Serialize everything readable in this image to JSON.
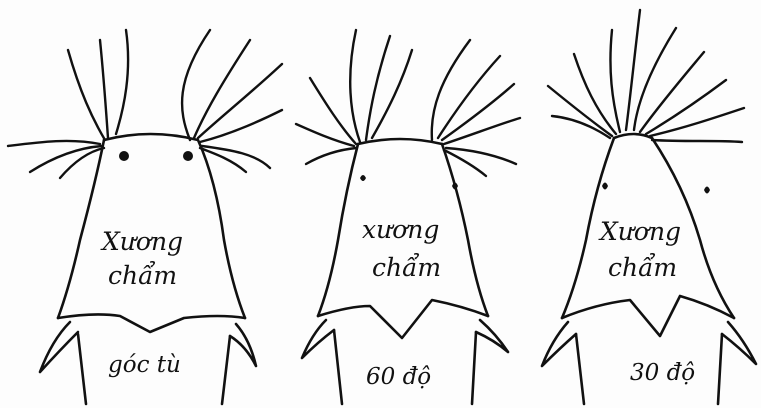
{
  "diagram": {
    "panels": [
      {
        "id": "obtuse",
        "label_line1": "Xương",
        "label_line2": "chẩm",
        "angle_label": "góc tù",
        "notch_shape": "obtuse"
      },
      {
        "id": "sixty",
        "label_line1": "xương",
        "label_line2": "chẩm",
        "angle_label": "60 độ",
        "notch_shape": "60-degree"
      },
      {
        "id": "thirty",
        "label_line1": "Xương",
        "label_line2": "chẩm",
        "angle_label": "30 độ",
        "notch_shape": "30-degree"
      }
    ],
    "colors": {
      "ink": "#111111",
      "paper": "#fdfdfd"
    }
  }
}
